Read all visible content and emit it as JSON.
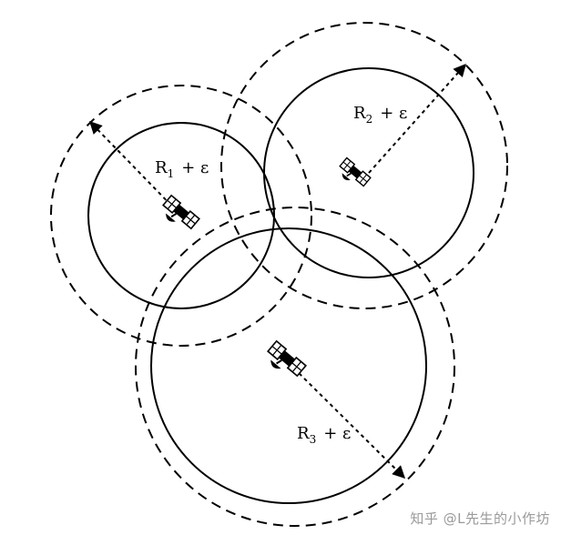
{
  "labels": {
    "r1": {
      "main": "R",
      "sub": "1",
      "rest": "+ ε"
    },
    "r2": {
      "main": "R",
      "sub": "2",
      "rest": "+ ε"
    },
    "r3": {
      "main": "R",
      "sub": "3",
      "rest": "+ ε"
    }
  },
  "watermark": "知乎 @L先生的小作坊",
  "colors": {
    "stroke": "#000000",
    "watermark": "#9a9a9a"
  },
  "icons": {
    "satellite": "satellite-icon"
  }
}
